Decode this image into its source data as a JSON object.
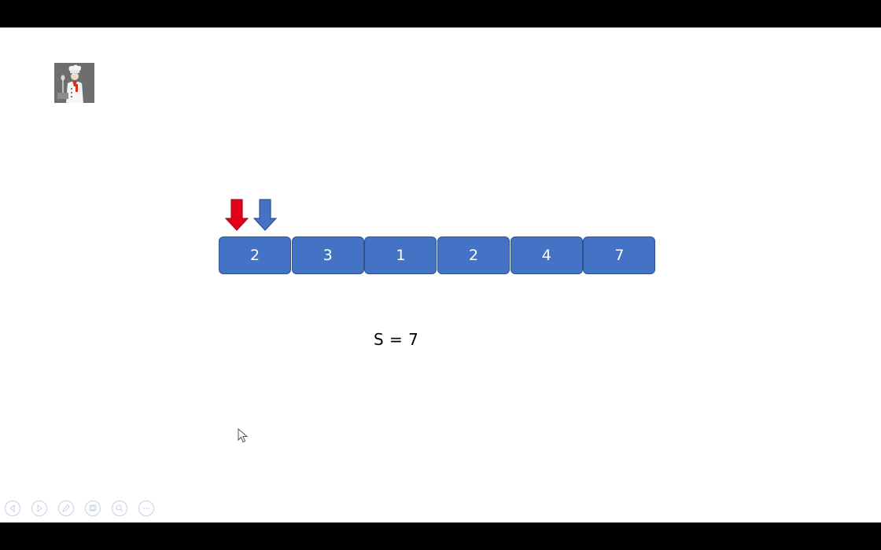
{
  "slide": {
    "array": {
      "cells": [
        "2",
        "3",
        "1",
        "2",
        "4",
        "7"
      ]
    },
    "pointers": {
      "left": {
        "icon": "red-down-arrow-icon",
        "color": "#e4001b",
        "index": 0
      },
      "right": {
        "icon": "blue-down-arrow-icon",
        "color": "#4472c4",
        "index": 0
      }
    },
    "sum_label": "S = 7"
  },
  "toolbar": {
    "buttons": [
      "previous-slide-icon",
      "next-slide-icon",
      "pen-icon",
      "slide-sorter-icon",
      "zoom-icon",
      "more-options-icon"
    ]
  },
  "colors": {
    "cell_fill": "#4472c4",
    "cell_border": "#2f528f",
    "left_pointer": "#e4001b",
    "right_pointer": "#4472c4"
  }
}
